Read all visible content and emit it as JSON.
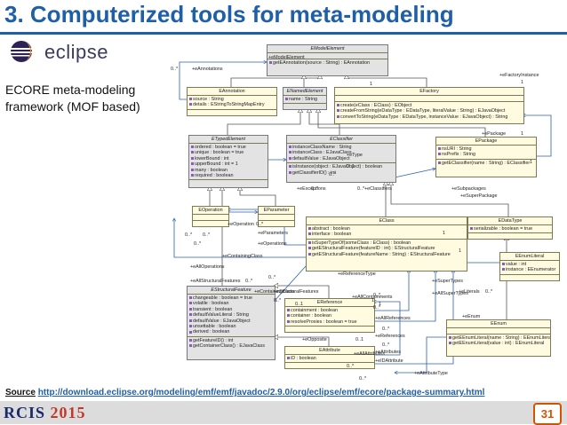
{
  "title": "3. Computerized tools for meta-modeling",
  "logo_text": "eclipse",
  "description": [
    "ECORE meta-modeling",
    "framework (MOF based)"
  ],
  "source": {
    "label": "Source",
    "url": "http://download.eclipse.org/modeling/emf/emf/javadoc/2.9.0/org/eclipse/emf/ecore/package-summary.html"
  },
  "footer": {
    "logo_text": "RCIS",
    "logo_year": "2015",
    "page_number": "31"
  },
  "colors": {
    "title": "#1f5fa8",
    "class_fill": "#fffbe0",
    "abstract_fill": "#e3e3e3",
    "link": "#2b5fb0"
  },
  "classes": [
    {
      "id": "EModelElement",
      "name": "EModelElement",
      "abstract": true,
      "attributes": [],
      "operations": [
        "getEAnnotation(source : String) : EAnnotation"
      ]
    },
    {
      "id": "EAnnotation",
      "name": "EAnnotation",
      "abstract": false,
      "attributes": [
        "source : String",
        "details : EStringToStringMapEntry"
      ],
      "operations": []
    },
    {
      "id": "ENamedElement",
      "name": "ENamedElement",
      "abstract": true,
      "attributes": [
        "name : String"
      ],
      "operations": []
    },
    {
      "id": "EFactory",
      "name": "EFactory",
      "abstract": false,
      "attributes": [],
      "operations": [
        "create(eClass : EClass) : EObject",
        "createFromString(eDataType : EDataType, literalValue : String) : EJavaObject",
        "convertToString(eDataType : EDataType, instanceValue : EJavaObject) : String"
      ]
    },
    {
      "id": "ETypedElement",
      "name": "ETypedElement",
      "abstract": true,
      "attributes": [
        "ordered : boolean = true",
        "unique : boolean = true",
        "lowerBound : int",
        "upperBound : int = 1",
        "many : boolean",
        "required : boolean"
      ],
      "operations": []
    },
    {
      "id": "EClassifier",
      "name": "EClassifier",
      "abstract": true,
      "attributes": [
        "instanceClassName : String",
        "instanceClass : EJavaClass",
        "defaultValue : EJavaObject"
      ],
      "operations": [
        "isInstance(object : EJavaObject) : boolean",
        "getClassifierID() : int"
      ]
    },
    {
      "id": "EPackage",
      "name": "EPackage",
      "abstract": false,
      "attributes": [
        "nsURI : String",
        "nsPrefix : String"
      ],
      "operations": [
        "getEClassifier(name : String) : EClassifier"
      ]
    },
    {
      "id": "EOperation",
      "name": "EOperation",
      "abstract": false,
      "attributes": [],
      "operations": []
    },
    {
      "id": "EParameter",
      "name": "EParameter",
      "abstract": false,
      "attributes": [],
      "operations": []
    },
    {
      "id": "EClass",
      "name": "EClass",
      "abstract": false,
      "attributes": [
        "abstract : boolean",
        "interface : boolean"
      ],
      "operations": [
        "isSuperTypeOf(someClass : EClass) : boolean",
        "getEStructuralFeature(featureID : int) : EStructuralFeature",
        "getEStructuralFeature(featureName : String) : EStructuralFeature"
      ]
    },
    {
      "id": "EDataType",
      "name": "EDataType",
      "abstract": false,
      "attributes": [
        "serializable : boolean = true"
      ],
      "operations": []
    },
    {
      "id": "EEnumLiteral",
      "name": "EEnumLiteral",
      "abstract": false,
      "attributes": [
        "value : int",
        "instance : EEnumerator"
      ],
      "operations": []
    },
    {
      "id": "EStructuralFeature",
      "name": "EStructuralFeature",
      "abstract": true,
      "attributes": [
        "changeable : boolean = true",
        "volatile : boolean",
        "transient : boolean",
        "defaultValueLiteral : String",
        "defaultValue : EJavaObject",
        "unsettable : boolean",
        "derived : boolean"
      ],
      "operations": [
        "getFeatureID() : int",
        "getContainerClass() : EJavaClass"
      ]
    },
    {
      "id": "EReference",
      "name": "EReference",
      "abstract": false,
      "attributes": [
        "containment : boolean",
        "container : boolean",
        "resolveProxies : boolean = true"
      ],
      "operations": []
    },
    {
      "id": "EAttribute",
      "name": "EAttribute",
      "abstract": false,
      "attributes": [
        "iD : boolean"
      ],
      "operations": []
    },
    {
      "id": "EEnum",
      "name": "EEnum",
      "abstract": false,
      "attributes": [],
      "operations": [
        "getEEnumLiteral(name : String) : EEnumLiteral",
        "getEEnumLiteral(value : int) : EEnumLiteral"
      ]
    }
  ],
  "edge_labels": [
    "+eModelElement",
    "0..*",
    "+eAnnotations",
    "+eFactoryInstance",
    "1",
    "+eType",
    "0..1",
    "+ePackage",
    "1",
    "0..*",
    "+eClassifiers",
    "+eSubpackages",
    "+eSuperPackage",
    "+eExceptions",
    "0..*",
    "+eOperation",
    "0..*",
    "+eParameters",
    "0..*",
    "+eOperations",
    "+eContainingClass",
    "+eAllOperations",
    "+eSuperTypes",
    "+eAllSuperTypes",
    "+eAllStructuralFeatures",
    "0..*",
    "+eContainingClass",
    "+eStructuralFeatures",
    "+eReferenceType",
    "+eAllContainments",
    "+eAllReferences",
    "+eReferences",
    "+eOpposite",
    "0..1",
    "+eAllAttributes",
    "+eAttributes",
    "+eIDAttribute",
    "+eAttributeType",
    "+eLiterals",
    "0..*",
    "+eEnum",
    "0..*",
    "0..*",
    "0..*",
    "0..*",
    "0..*",
    "0..*",
    "0..*",
    "0..*",
    "0..*",
    "0..*",
    "0..*",
    "1",
    "1",
    "1",
    "1",
    "1",
    "1",
    "0..1"
  ]
}
